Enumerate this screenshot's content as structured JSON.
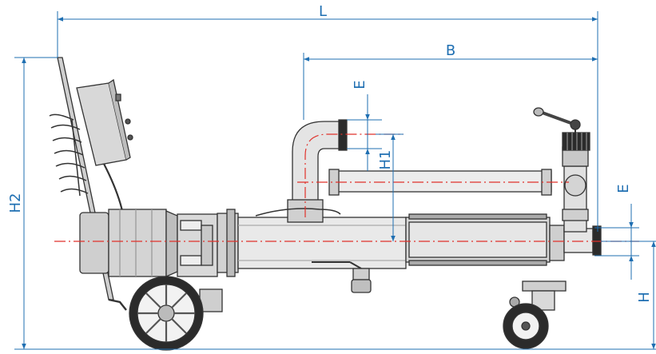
{
  "colors": {
    "dimension": "#1f6fb2",
    "centerline": "#e0312b",
    "outline": "#333333",
    "fill_light": "#d9d9d9",
    "fill_dark": "#2b2b2b"
  },
  "dimensions": {
    "L": "L",
    "B": "B",
    "E_top": "E",
    "E_right": "E",
    "H1": "H1",
    "H2": "H2",
    "H": "H"
  }
}
